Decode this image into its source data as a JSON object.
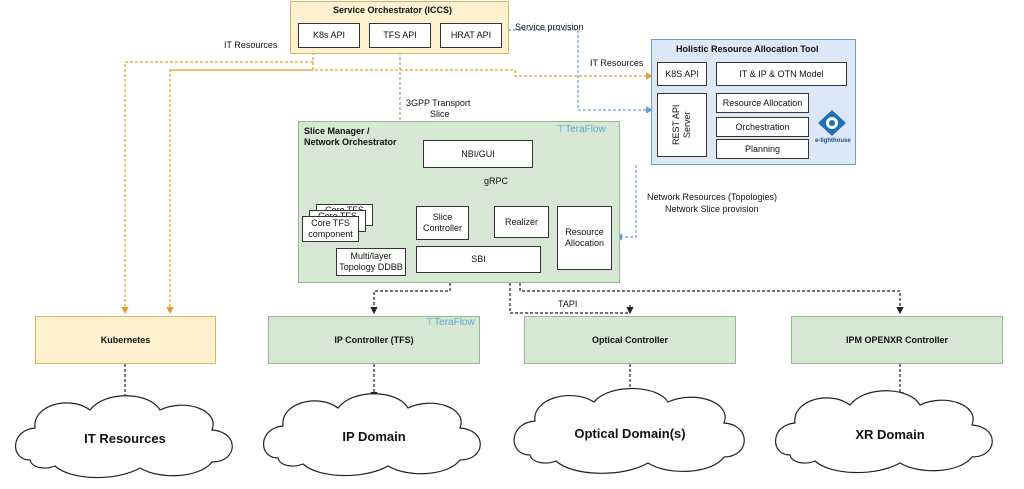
{
  "orchestrator": {
    "title": "Service Orchestrator (ICCS)",
    "apis": [
      "K8s API",
      "TFS API",
      "HRAT API"
    ]
  },
  "hrat": {
    "title": "Holistic Resource Allocation Tool",
    "k8s_api": "K8S API",
    "model": "IT & IP & OTN Model",
    "rest_api": "REST API Server",
    "modules": [
      "Resource Allocation",
      "Orchestration",
      "Planning"
    ],
    "logo_text": "e-lighthouse"
  },
  "slice_manager": {
    "title_line1": "Slice Manager /",
    "title_line2": "Network Orchestrator",
    "brand": "TeraFlow",
    "nbi": "NBI/GUI",
    "grpc": "gRPC",
    "core_tfs_stack": [
      "Core TFS",
      "Core TFS",
      "Core TFS component"
    ],
    "topology_db": "Multi/layer Topology DDBB",
    "slice_controller": "Slice Controller",
    "realizer": "Realizer",
    "resource_allocation": "Resource Allocation",
    "sbi": "SBI"
  },
  "labels": {
    "it_resources_left": "IT Resources",
    "it_resources_right": "IT Resources",
    "service_provision": "Service provision",
    "transport_slice_line1": "3GPP Transport",
    "transport_slice_line2": "Slice",
    "network_resources_line1": "Network Resources (Topologies)",
    "network_resources_line2": "Network Slice provision",
    "tapi": "TAPI"
  },
  "controllers": {
    "kubernetes": "Kubernetes",
    "ip": "IP Controller (TFS)",
    "ip_brand": "TeraFlow",
    "optical": "Optical Controller",
    "ipm": "IPM OPENXR Controller"
  },
  "domains": [
    "IT Resources",
    "IP Domain",
    "Optical Domain(s)",
    "XR Domain"
  ],
  "colors": {
    "orchestrator_fill": "#fdf1d0",
    "hrat_fill": "#dce8f7",
    "controller_fill": "#d6e8d3",
    "it_link": "#e0a030",
    "provision_link": "#6e9bd0",
    "slice_link": "#7ab86f"
  }
}
